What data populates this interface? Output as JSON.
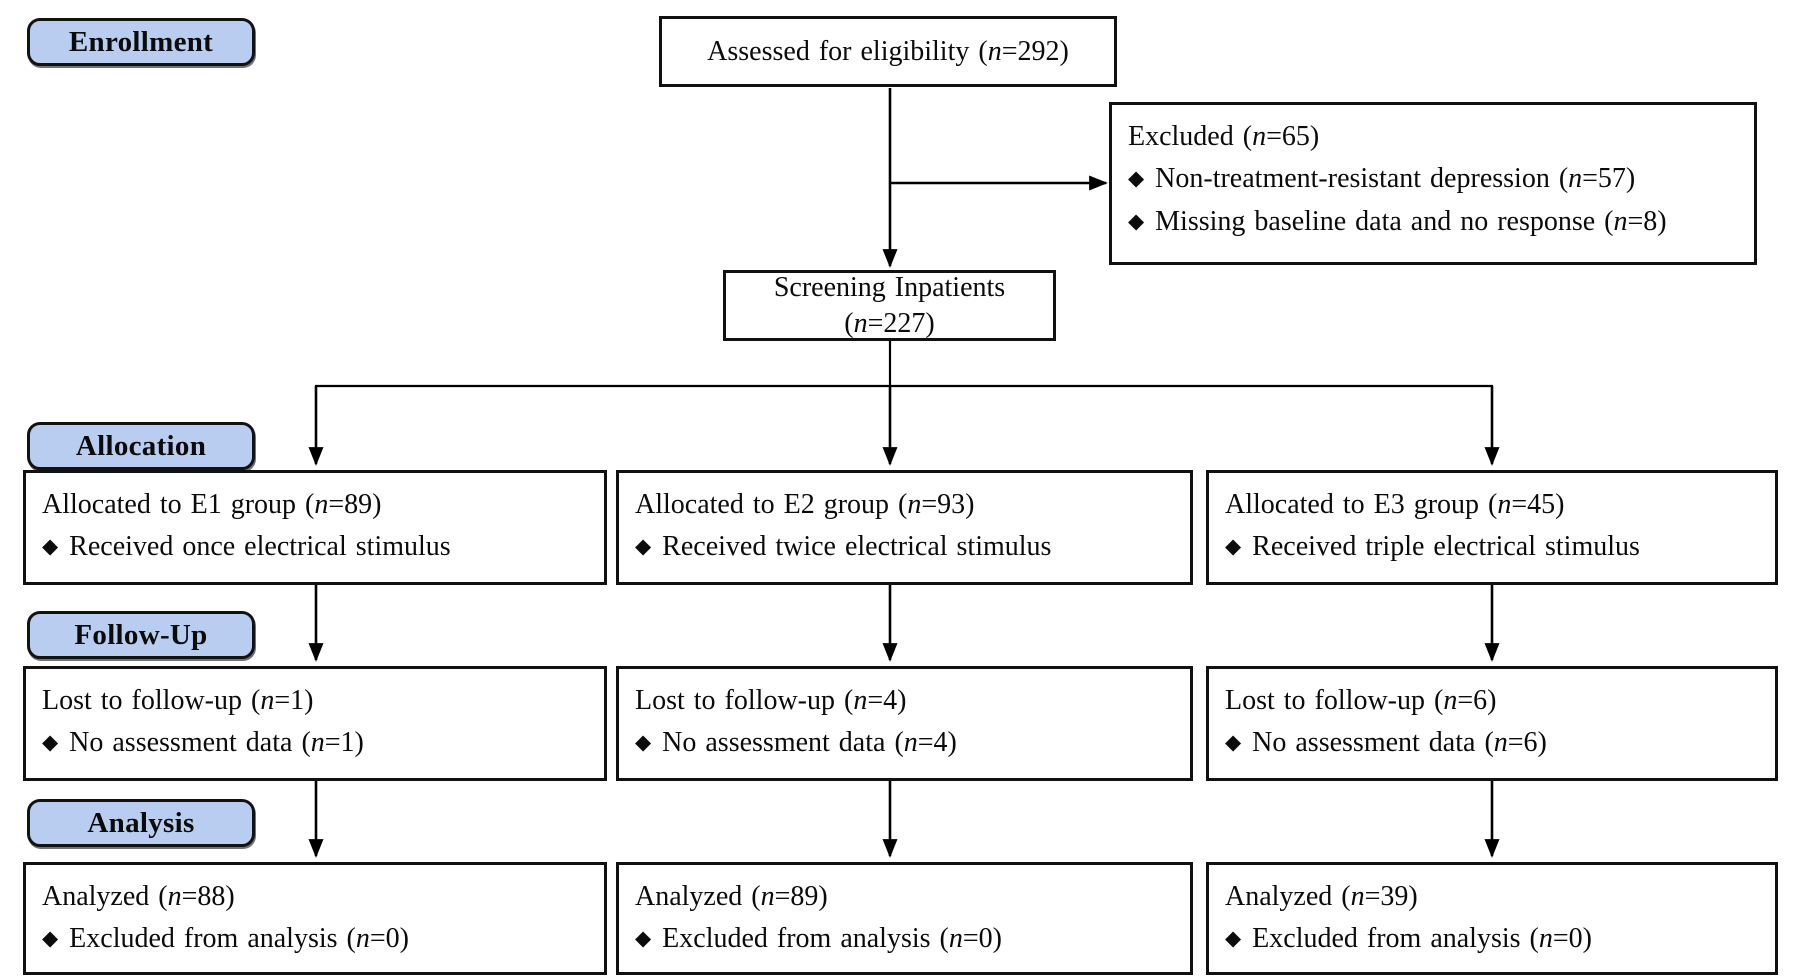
{
  "colors": {
    "stage_fill": "#b9cdf0",
    "box_border": "#111111",
    "line_color": "#000000",
    "background": "#ffffff"
  },
  "icons": {
    "bullet": "◆"
  },
  "stage_labels": {
    "enrollment": "Enrollment",
    "allocation": "Allocation",
    "followup": "Follow-Up",
    "analysis": "Analysis"
  },
  "enrollment": {
    "assessed": "Assessed for eligibility (n=292)",
    "excluded": {
      "title": "Excluded (n=65)",
      "bullets": [
        "Non-treatment-resistant depression (n=57)",
        "Missing baseline data and no response (n=8)"
      ]
    },
    "screening": {
      "line1": "Screening Inpatients",
      "line2": "(n=227)"
    }
  },
  "allocation_row": [
    {
      "title": "Allocated to E1 group (n=89)",
      "bullet": "Received once electrical stimulus"
    },
    {
      "title": "Allocated to E2 group (n=93)",
      "bullet": "Received twice electrical stimulus"
    },
    {
      "title": "Allocated to E3 group (n=45)",
      "bullet": "Received triple electrical stimulus"
    }
  ],
  "followup_row": [
    {
      "title": "Lost to follow-up (n=1)",
      "bullet": "No assessment data (n=1)"
    },
    {
      "title": "Lost to follow-up (n=4)",
      "bullet": "No assessment data (n=4)"
    },
    {
      "title": "Lost to follow-up (n=6)",
      "bullet": "No assessment data (n=6)"
    }
  ],
  "analysis_row": [
    {
      "title": "Analyzed (n=88)",
      "bullet": "Excluded from analysis (n=0)"
    },
    {
      "title": "Analyzed (n=89)",
      "bullet": "Excluded from analysis (n=0)"
    },
    {
      "title": "Analyzed (n=39)",
      "bullet": "Excluded from analysis (n=0)"
    }
  ]
}
